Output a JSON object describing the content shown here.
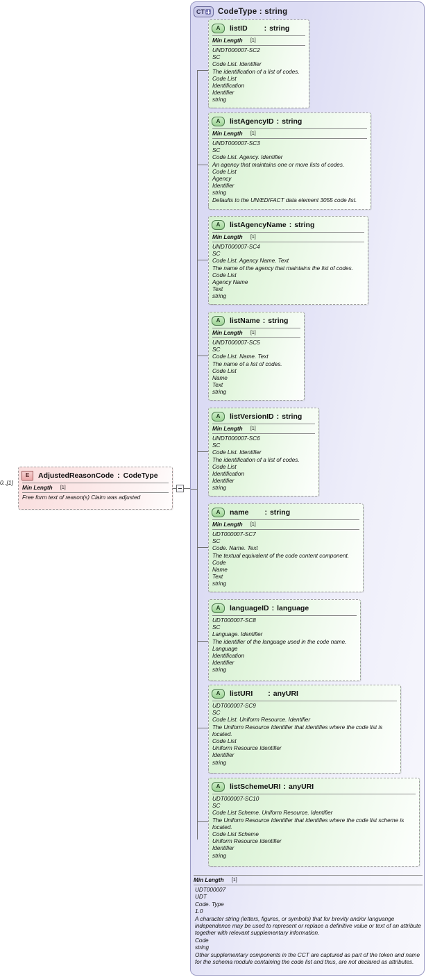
{
  "diagram": {
    "kind": "xsd-schema-diagram",
    "element": {
      "badge": "E",
      "name": "AdjustedReasonCode",
      "separator": ":",
      "type": "CodeType",
      "multiplicity": "0..[1]",
      "facet_label": "Min Length",
      "facet_value": "[1]",
      "documentation": "Free form text of reason(s) Claim was adjusted"
    },
    "complex_type": {
      "badge": "CT",
      "badge_icon": "plus-icon",
      "name": "CodeType",
      "separator": ":",
      "type": "string",
      "facet_label": "Min Length",
      "facet_value": "[1]",
      "documentation_lines": [
        "UDT000007",
        "UDT",
        "Code. Type",
        "1.0",
        "A character string (letters, figures, or symbols) that for brevity and/or languange independence may be used to represent or replace a definitive value or text of an attribute together with relevant supplementary information.",
        "Code",
        "string",
        "Other supplementary components in the CCT are captured as part of the token and name for the schema module containing the code list and thus, are not declared as attributes."
      ]
    },
    "attributes": [
      {
        "badge": "A",
        "name": "listID",
        "separator": ":",
        "type": "string",
        "facet_label": "Min Length",
        "facet_value": "[1]",
        "documentation_lines": [
          "UNDT000007-SC2",
          "SC",
          "Code List. Identifier",
          "The identification of a list of codes.",
          "Code List",
          "Identification",
          "Identifier",
          "string"
        ]
      },
      {
        "badge": "A",
        "name": "listAgencyID",
        "separator": ":",
        "type": "string",
        "facet_label": "Min Length",
        "facet_value": "[1]",
        "documentation_lines": [
          "UNDT000007-SC3",
          "SC",
          "Code List. Agency. Identifier",
          "An agency that maintains one or more lists of codes.",
          "Code List",
          "Agency",
          "Identifier",
          "string",
          "Defaults to the UN/EDIFACT data element 3055 code list."
        ]
      },
      {
        "badge": "A",
        "name": "listAgencyName",
        "separator": ":",
        "type": "string",
        "facet_label": "Min Length",
        "facet_value": "[1]",
        "documentation_lines": [
          "UNDT000007-SC4",
          "SC",
          "Code List. Agency Name. Text",
          "The name of the agency that maintains the list of codes.",
          "Code List",
          "Agency Name",
          "Text",
          "string"
        ]
      },
      {
        "badge": "A",
        "name": "listName",
        "separator": ":",
        "type": "string",
        "facet_label": "Min Length",
        "facet_value": "[1]",
        "documentation_lines": [
          "UNDT000007-SC5",
          "SC",
          "Code List. Name. Text",
          "The name of a list of codes.",
          "Code List",
          "Name",
          "Text",
          "string"
        ]
      },
      {
        "badge": "A",
        "name": "listVersionID",
        "separator": ":",
        "type": "string",
        "facet_label": "Min Length",
        "facet_value": "[1]",
        "documentation_lines": [
          "UNDT000007-SC6",
          "SC",
          "Code List. Identifier",
          "The identification of a list of codes.",
          "Code List",
          "Identification",
          "Identifier",
          "string"
        ]
      },
      {
        "badge": "A",
        "name": "name",
        "separator": ":",
        "type": "string",
        "facet_label": "Min Length",
        "facet_value": "[1]",
        "documentation_lines": [
          "UDT000007-SC7",
          "SC",
          "Code. Name. Text",
          "The textual equivalent of the code content component.",
          "Code",
          "Name",
          "Text",
          "string"
        ]
      },
      {
        "badge": "A",
        "name": "languageID",
        "separator": ":",
        "type": "language",
        "facet_label": "",
        "facet_value": "",
        "documentation_lines": [
          "UDT000007-SC8",
          "SC",
          "Language. Identifier",
          "The identifier of the language used in the code name.",
          "Language",
          "Identification",
          "Identifier",
          "string"
        ]
      },
      {
        "badge": "A",
        "name": "listURI",
        "separator": ":",
        "type": "anyURI",
        "facet_label": "",
        "facet_value": "",
        "documentation_lines": [
          "UDT000007-SC9",
          "SC",
          "Code List. Uniform Resource. Identifier",
          "The Uniform Resource Identifier that identifies where the code list is located.",
          "Code List",
          "Uniform Resource Identifier",
          "Identifier",
          "string"
        ]
      },
      {
        "badge": "A",
        "name": "listSchemeURI",
        "separator": ":",
        "type": "anyURI",
        "facet_label": "",
        "facet_value": "",
        "documentation_lines": [
          "UDT000007-SC10",
          "SC",
          "Code List Scheme. Uniform Resource. Identifier",
          "The Uniform Resource Identifier that identifies where the code list scheme is located.",
          "Code List Scheme",
          "Uniform Resource Identifier",
          "Identifier",
          "string"
        ]
      }
    ],
    "colors": {
      "complex_type_fill": "#d9d9f3",
      "attribute_fill": "#d6f0d2",
      "element_fill": "#fadede",
      "border": "#9d9d9d",
      "connector": "#6f6f6f"
    }
  }
}
